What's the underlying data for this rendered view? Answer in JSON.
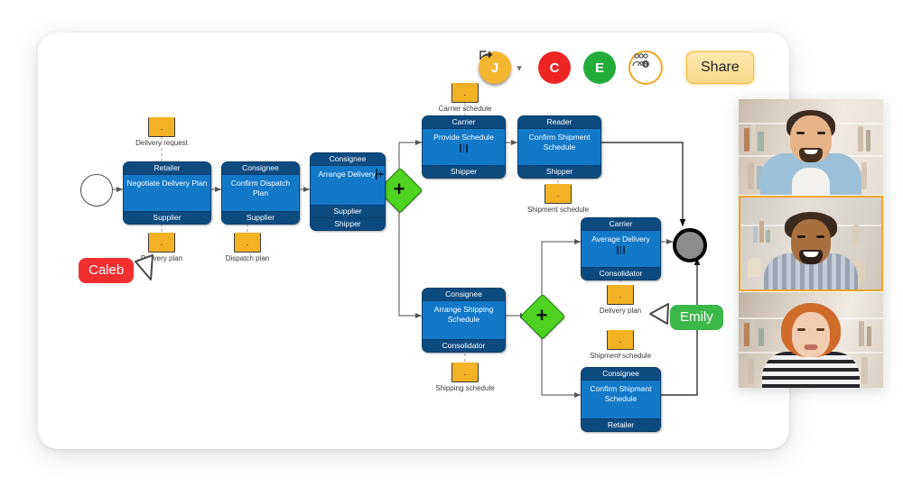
{
  "app": {
    "share_label": "Share",
    "share_icon": "share-icon",
    "group_icon": "people-group-icon",
    "chevron_icon": "chevron-down-icon"
  },
  "avatars": [
    {
      "initial": "J",
      "color": "#f5b731",
      "name": "avatar-j"
    },
    {
      "initial": "C",
      "color": "#ef2424",
      "name": "avatar-c"
    },
    {
      "initial": "E",
      "color": "#24ac3b",
      "name": "avatar-e"
    }
  ],
  "diagram": {
    "type": "bpmn-collaboration-diagram",
    "start_event": {
      "name": "start-event",
      "type": "none-start-event"
    },
    "end_event": {
      "name": "end-event",
      "type": "terminate-end-event"
    },
    "tasks": [
      {
        "id": "t1",
        "head": "Retailer",
        "body": "Negotiate Delivery Plan",
        "foot": [
          "Supplier"
        ],
        "marker": "none"
      },
      {
        "id": "t2",
        "head": "Consignee",
        "body": "Confirm Dispatch Plan",
        "foot": [
          "Supplier"
        ],
        "marker": "none"
      },
      {
        "id": "t3",
        "head": "Consignee",
        "body": "Arrange Delivery",
        "foot": [
          "Supplier",
          "Shipper"
        ],
        "marker": "sub-process"
      },
      {
        "id": "t4",
        "head": "Carrier",
        "body": "Provide Schedule",
        "foot": [
          "Shipper"
        ],
        "marker": "parallel-multi-instance"
      },
      {
        "id": "t5",
        "head": "Reader",
        "body": "Confirm Shipment Schedule",
        "foot": [
          "Shipper"
        ],
        "marker": "none"
      },
      {
        "id": "t6",
        "head": "Consignee",
        "body": "Arrange Shipping Schedule",
        "foot": [
          "Consolidator"
        ],
        "marker": "none"
      },
      {
        "id": "t7",
        "head": "Carrier",
        "body": "Average Delivery",
        "foot": [
          "Consolidator"
        ],
        "marker": "parallel-multi-instance"
      },
      {
        "id": "t8",
        "head": "Consignee",
        "body": "Confirm Shipment Schedule",
        "foot": [
          "Retailer"
        ],
        "marker": "none"
      }
    ],
    "gateways": [
      {
        "id": "g1",
        "kind": "parallel",
        "symbol": "+"
      },
      {
        "id": "g2",
        "kind": "parallel",
        "symbol": "+"
      }
    ],
    "messages": [
      {
        "id": "m1",
        "label": "Delivery request"
      },
      {
        "id": "m2",
        "label": "Delivery plan"
      },
      {
        "id": "m3",
        "label": "Dispatch plan"
      },
      {
        "id": "m4",
        "label": "Carrier schedule"
      },
      {
        "id": "m5",
        "label": "Shipment schedule"
      },
      {
        "id": "m6",
        "label": "Shipping schedule"
      },
      {
        "id": "m7",
        "label": "Delivery plan"
      },
      {
        "id": "m8",
        "label": "Shipment schedule"
      }
    ]
  },
  "cursors": [
    {
      "name": "cursor-caleb",
      "label": "Caleb",
      "color": "#f22f2f"
    },
    {
      "name": "cursor-emily",
      "label": "Emily",
      "color": "#3cb84a"
    }
  ],
  "video_panel": {
    "tiles": [
      {
        "name": "video-tile-1",
        "active": false
      },
      {
        "name": "video-tile-2",
        "active": true
      },
      {
        "name": "video-tile-3",
        "active": false
      }
    ],
    "active_border_color": "#f0a421"
  }
}
